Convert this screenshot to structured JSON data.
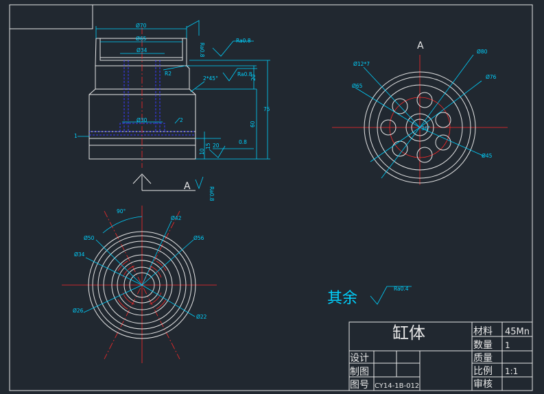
{
  "front_view": {
    "dims": {
      "d70": "Ø70",
      "d65": "Ø65",
      "d34": "Ø34",
      "d30": "Ø30",
      "r2": "R2",
      "chamfer": "2*45°",
      "v2": "2",
      "v1": "1",
      "h20": "20",
      "h75": "75",
      "h60": "60",
      "h15": "15",
      "h10": "10",
      "h20b": "20",
      "v08": "0.8"
    },
    "roughness": {
      "top": "Ra0.8",
      "right": "Ra0.8",
      "side": "Ra0.8",
      "bottom": "Ra0.8"
    },
    "section_label": "A"
  },
  "top_right_view": {
    "section_label": "A",
    "dims": {
      "d80": "Ø80",
      "d76": "Ø76",
      "d12x7": "Ø12*7",
      "d65": "Ø65",
      "d45": "Ø45",
      "angle": "36°"
    }
  },
  "bottom_view": {
    "dims": {
      "angle": "90°",
      "d42": "Ø42",
      "d50": "Ø50",
      "d56": "Ø56",
      "d34": "Ø34",
      "d26": "Ø26",
      "d22": "Ø22"
    }
  },
  "general_roughness": {
    "label": "其余",
    "value": "Ra0.4"
  },
  "title_block": {
    "part_name": "缸体",
    "material_label": "材料",
    "material_value": "45Mn",
    "quantity_label": "数量",
    "quantity_value": "1",
    "mass_label": "质量",
    "scale_label": "比例",
    "scale_value": "1:1",
    "design_label": "设计",
    "drawn_label": "制图",
    "drawing_no_label": "图号",
    "drawing_no_value": "CY14-1B-012",
    "review_label": "审核"
  }
}
